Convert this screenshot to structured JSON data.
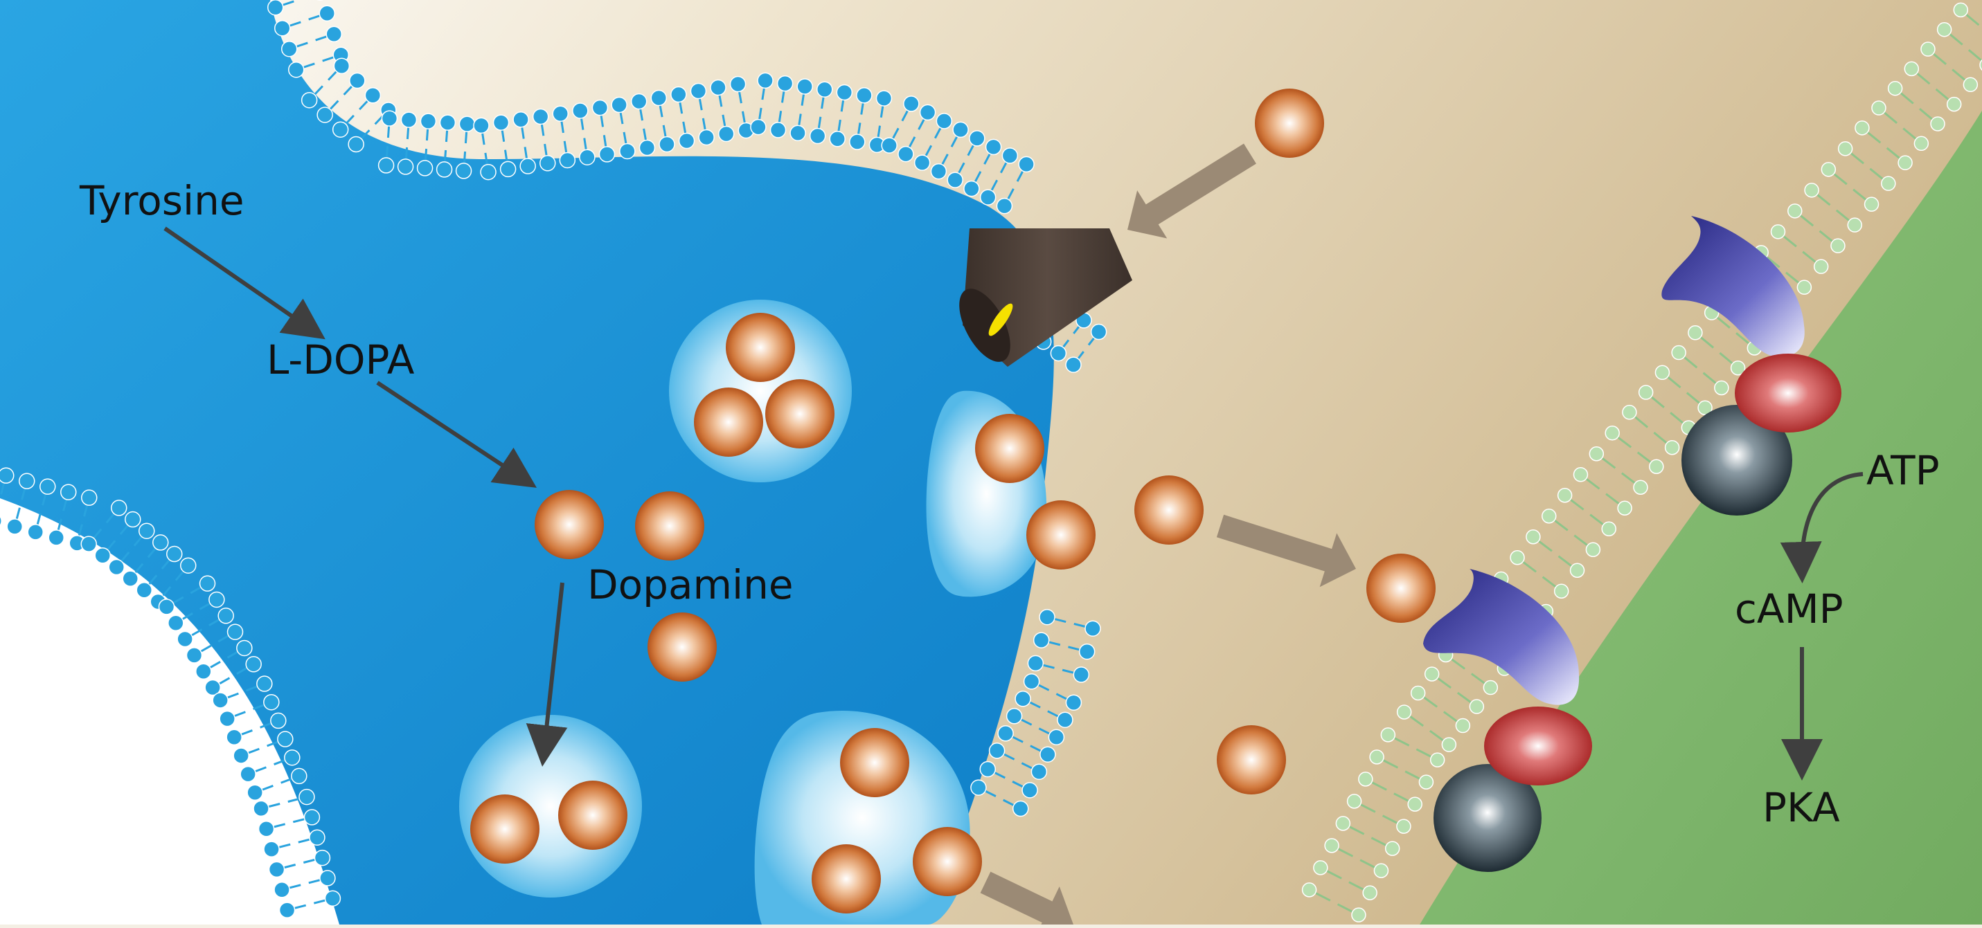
{
  "labels": {
    "tyrosine": "Tyrosine",
    "ldopa": "L-DOPA",
    "dopamine": "Dopamine",
    "atp": "ATP",
    "camp": "cAMP",
    "pka": "PKA"
  },
  "colors": {
    "presynaptic_cytoplasm": "#1a8fd6",
    "vesicle": "#bfe6f7",
    "dopamine_molecule": "#c8642a",
    "synaptic_cleft": "#d9c7a0",
    "postsynaptic_cytoplasm": "#86bb73",
    "membrane_lipid": "#29a3de",
    "postsynaptic_lipid": "#a9d7a2",
    "transporter": "#53463f",
    "receptor": "#3e3ea6",
    "g_protein_red": "#b82a2a",
    "g_protein_dark": "#2e3c45",
    "flow_arrow": "#9b8a75",
    "pathway_arrow": "#3f3f3f"
  }
}
